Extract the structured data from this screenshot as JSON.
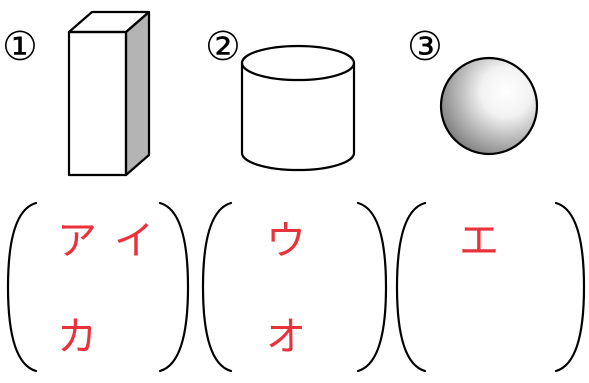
{
  "figures": [
    {
      "number": "①",
      "shape": "rectangular-prism"
    },
    {
      "number": "②",
      "shape": "cylinder"
    },
    {
      "number": "③",
      "shape": "sphere"
    }
  ],
  "answers": [
    {
      "line1": [
        "ア",
        "イ"
      ],
      "line2": [
        "カ"
      ]
    },
    {
      "line1": [
        "ウ"
      ],
      "line2": [
        "オ"
      ]
    },
    {
      "line1": [
        "エ"
      ],
      "line2": []
    }
  ],
  "colors": {
    "answer": "#e8323c",
    "stroke": "#000000",
    "prism_side": "#b4b4b4"
  }
}
